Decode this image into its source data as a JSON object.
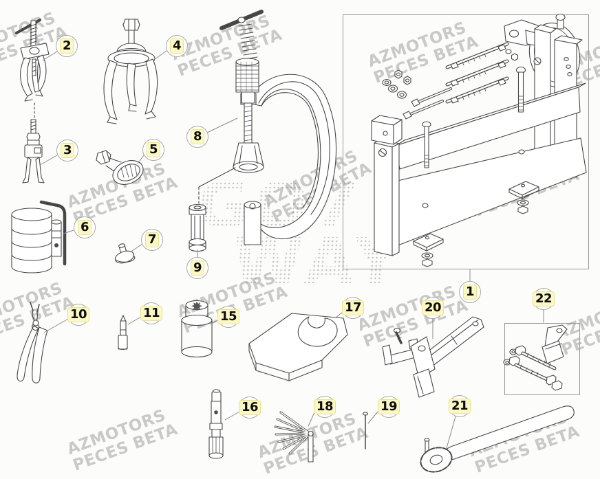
{
  "watermark": {
    "line1": "AZMOTORS",
    "line2": "PECES BETA",
    "color": "#c9c9c9"
  },
  "center_watermark": {
    "line1": "GO7",
    "line2": "WAY"
  },
  "style": {
    "line_color": "#474747",
    "box_border": "#989898",
    "callout_circle_border": "#a8a8a8",
    "callout_highlight_fill": "#fbf8c6",
    "callout_highlight_border": "#e9e38c",
    "background": "#fcfcfa"
  },
  "labels": [
    {
      "text": "1"
    },
    {
      "text": "2"
    },
    {
      "text": "3"
    },
    {
      "text": "4"
    },
    {
      "text": "5"
    },
    {
      "text": "6"
    },
    {
      "text": "7"
    },
    {
      "text": "8"
    },
    {
      "text": "9"
    },
    {
      "text": "10"
    },
    {
      "text": "11"
    },
    {
      "text": "15"
    },
    {
      "text": "16"
    },
    {
      "text": "17"
    },
    {
      "text": "18"
    },
    {
      "text": "19"
    },
    {
      "text": "20"
    },
    {
      "text": "21"
    },
    {
      "text": "22"
    }
  ]
}
